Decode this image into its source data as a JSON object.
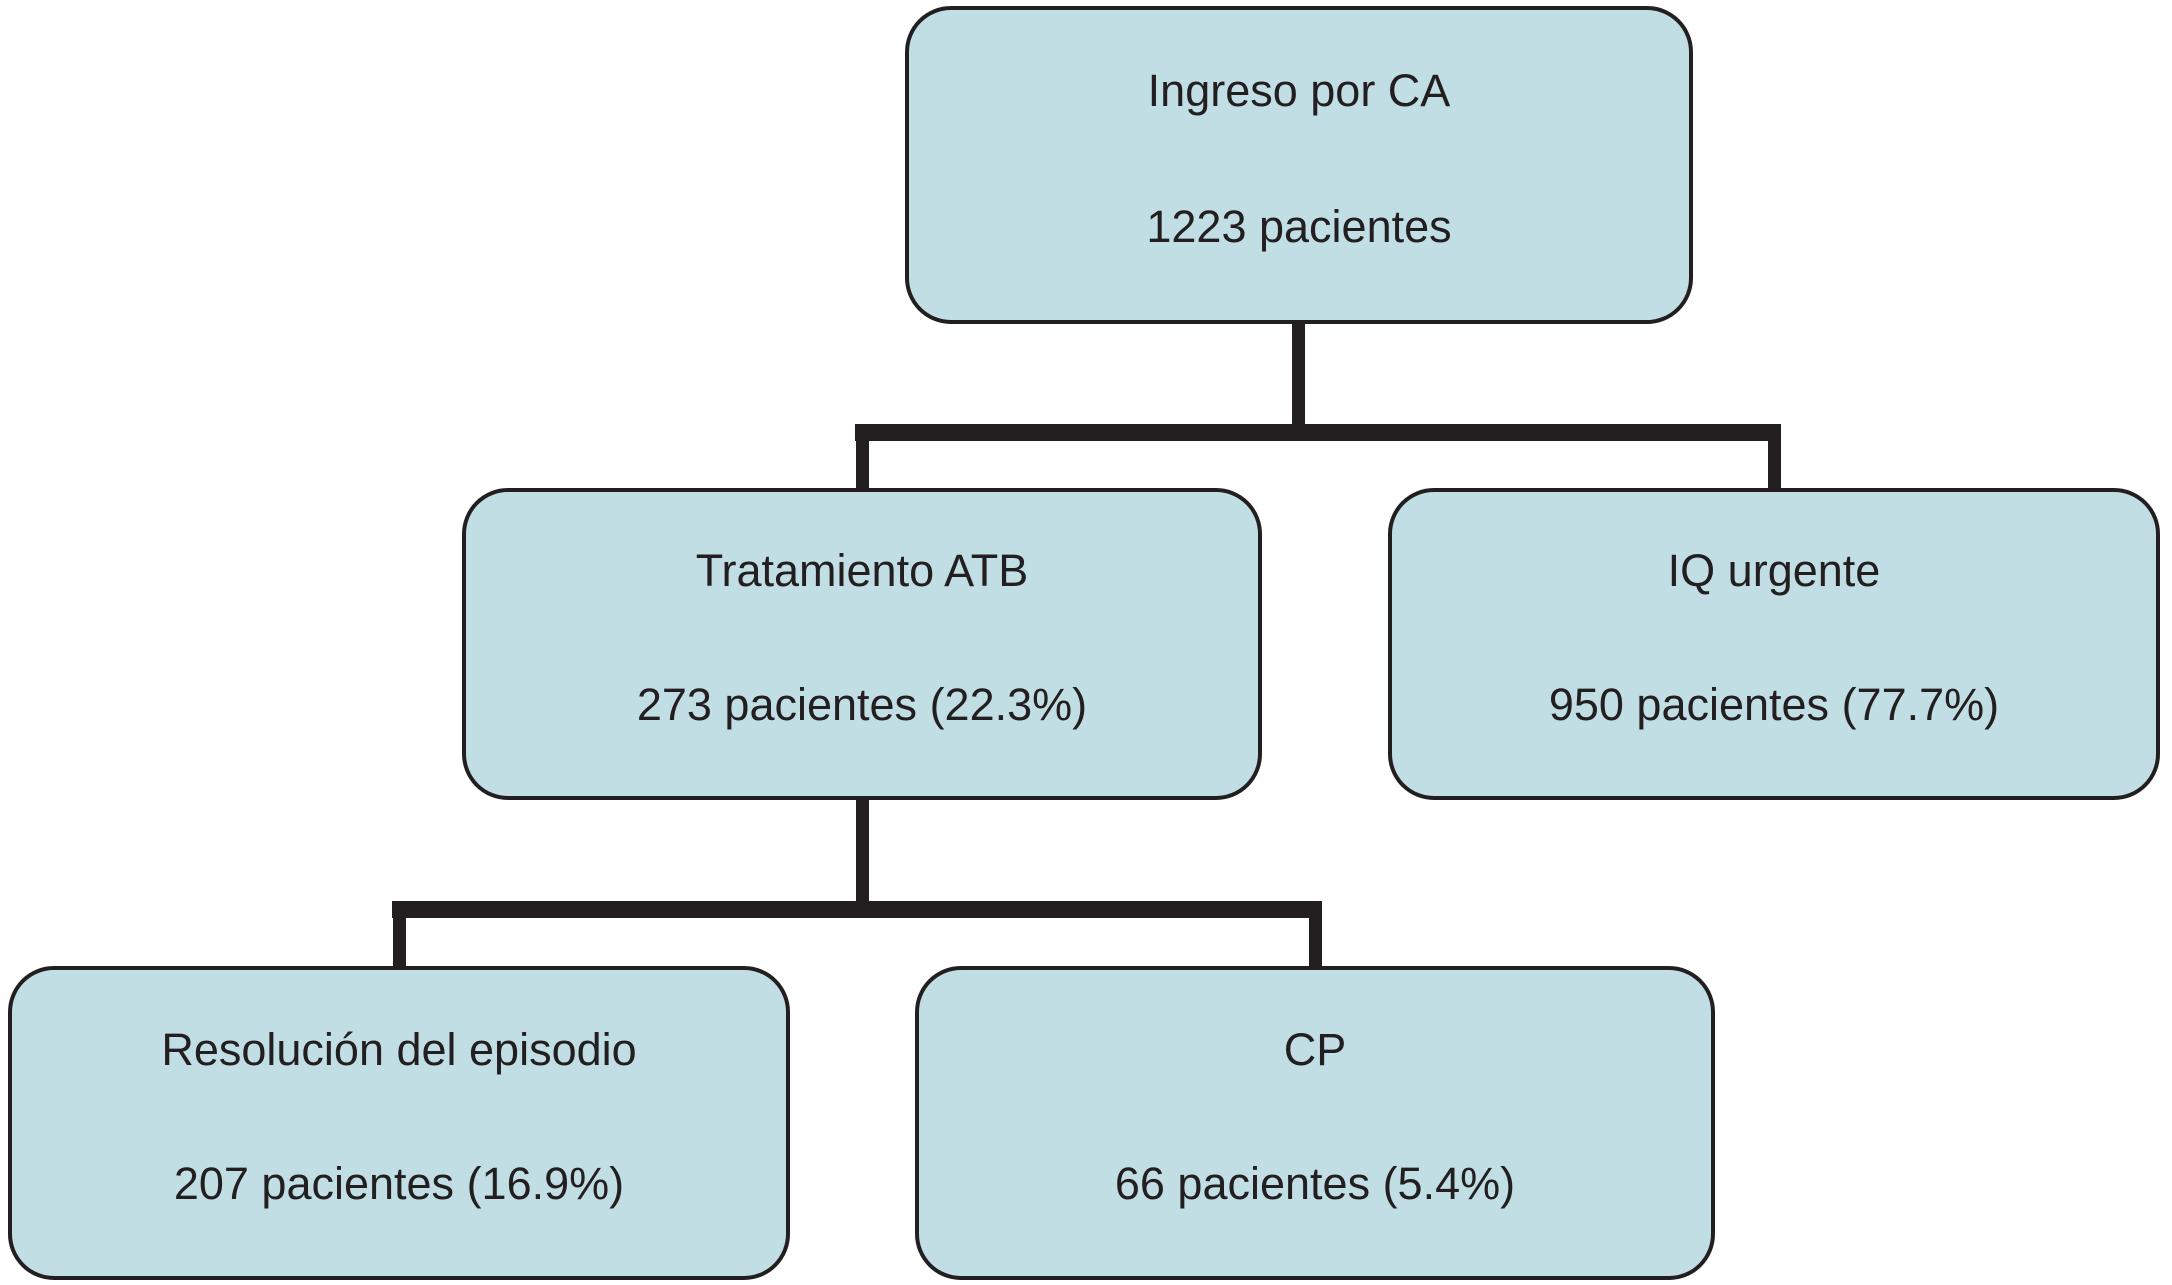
{
  "colors": {
    "box_fill": "#c1dee4",
    "box_border": "#231f20",
    "line_color": "#231f20",
    "text_color": "#231f20",
    "canvas_bg": "#ffffff"
  },
  "flowchart": {
    "nodes": {
      "ingreso": {
        "label": "Ingreso por CA",
        "count": "1223 pacientes"
      },
      "tratamiento": {
        "label": "Tratamiento ATB",
        "count": "273 pacientes (22.3%)"
      },
      "iq": {
        "label": "IQ urgente",
        "count": "950 pacientes (77.7%)"
      },
      "resolucion": {
        "label": "Resolución del episodio",
        "count": "207 pacientes (16.9%)"
      },
      "cp": {
        "label": "CP",
        "count": "66 pacientes (5.4%)"
      }
    },
    "edges": [
      {
        "from": "ingreso",
        "to": "tratamiento"
      },
      {
        "from": "ingreso",
        "to": "iq"
      },
      {
        "from": "tratamiento",
        "to": "resolucion"
      },
      {
        "from": "tratamiento",
        "to": "cp"
      }
    ]
  }
}
